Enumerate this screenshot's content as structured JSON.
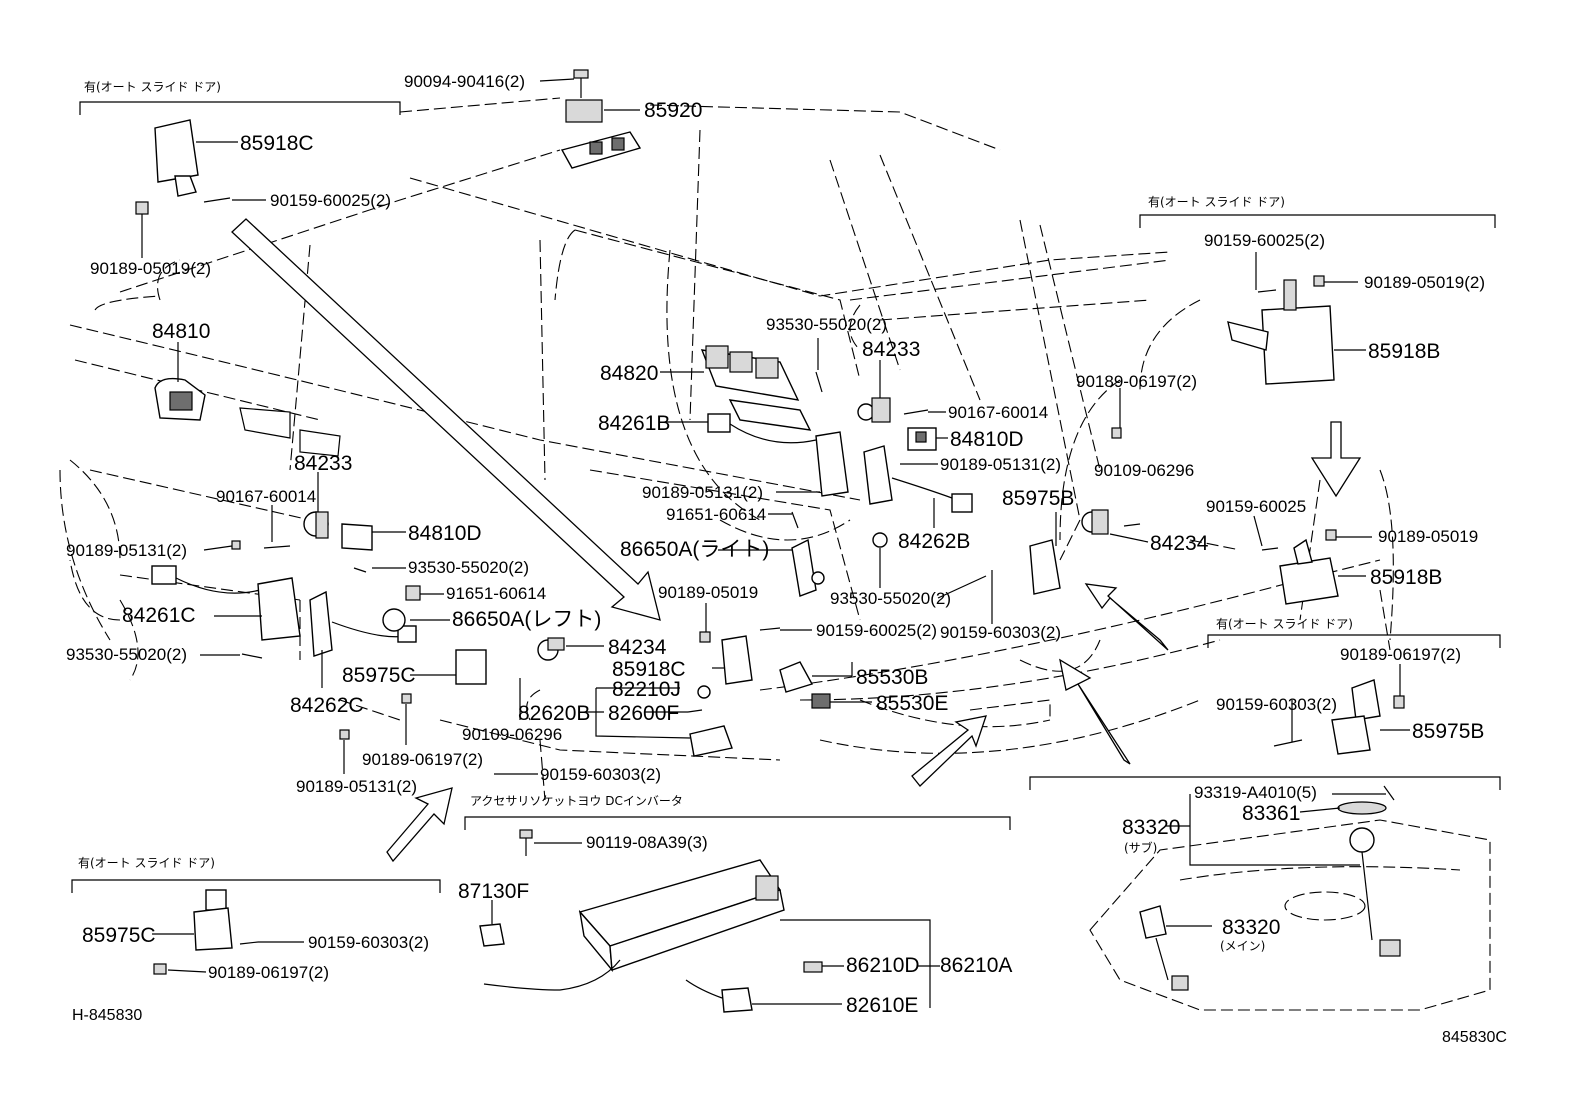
{
  "diagram_id": "845830C",
  "figure_ref": "H-845830",
  "sections": {
    "auto_slide_door": "有(オート スライド ドア)",
    "accessory_socket": "アクセサリソケットヨウ DCインバータ"
  },
  "labels": {
    "p90094_90416": "90094-90416(2)",
    "p85920": "85920",
    "p85918C_top": "85918C",
    "p90159_60025_2_top": "90159-60025(2)",
    "p90189_05019_2_left": "90189-05019(2)",
    "p84810": "84810",
    "p84233_left": "84233",
    "p90167_60014_left": "90167-60014",
    "p84810D_left": "84810D",
    "p90189_05131_2_left": "90189-05131(2)",
    "p93530_55020_2_mid": "93530-55020(2)",
    "p91651_60614_left": "91651-60614",
    "p84261C": "84261C",
    "p86650A_left": "86650A(レフト)",
    "p93530_55020_2_left": "93530-55020(2)",
    "p85975C_mid": "85975C",
    "p84262C": "84262C",
    "p90189_06197_2_mid": "90189-06197(2)",
    "p90189_05131_2_low": "90189-05131(2)",
    "p90109_06296_mid": "90109-06296",
    "p90159_60303_2_mid": "90159-60303(2)",
    "p93530_55020_2_top": "93530-55020(2)",
    "p84233_right": "84233",
    "p84820": "84820",
    "p84261B": "84261B",
    "p90167_60014_right": "90167-60014",
    "p84810D_right": "84810D",
    "p90189_05131_2_r1": "90189-05131(2)",
    "p90189_05131_2_r2": "90189-05131(2)",
    "p91651_60614_right": "91651-60614",
    "p84262B": "84262B",
    "p86650A_right": "86650A(ライト)",
    "p90189_05019_mid": "90189-05019",
    "p84234_mid": "84234",
    "p85918C_mid": "85918C",
    "p82210J": "82210J",
    "p82620B": "82620B",
    "p82600F": "82600F",
    "p90159_60025_2_mid": "90159-60025(2)",
    "p85530B": "85530B",
    "p85530E": "85530E",
    "p93530_55020_2_r": "93530-55020(2)",
    "p90159_60303_2_r": "90159-60303(2)",
    "p85975B_mid": "85975B",
    "p90109_06296_r": "90109-06296",
    "p84234_r": "84234",
    "p90189_06197_2_r": "90189-06197(2)",
    "p90159_60025_2_r": "90159-60025(2)",
    "p90189_05019_2_r": "90189-05019(2)",
    "p85918B_top": "85918B",
    "p90159_60025_r2": "90159-60025",
    "p90189_05019_r2": "90189-05019",
    "p85918B_low": "85918B",
    "p90189_06197_2_br": "90189-06197(2)",
    "p90159_60303_2_br": "90159-60303(2)",
    "p85975B_br": "85975B",
    "p93319_A4010": "93319-A4010(5)",
    "p83361": "83361",
    "p83320_sub": "83320",
    "sub_jp": "(サブ)",
    "p83320_main": "83320",
    "main_jp": "(メイン)",
    "p90119_08A39": "90119-08A39(3)",
    "p87130F": "87130F",
    "p86210D": "86210D",
    "p86210A": "86210A",
    "p82610E": "82610E",
    "p85975C_bl": "85975C",
    "p90159_60303_2_bl": "90159-60303(2)",
    "p90189_06197_2_bl": "90189-06197(2)"
  }
}
